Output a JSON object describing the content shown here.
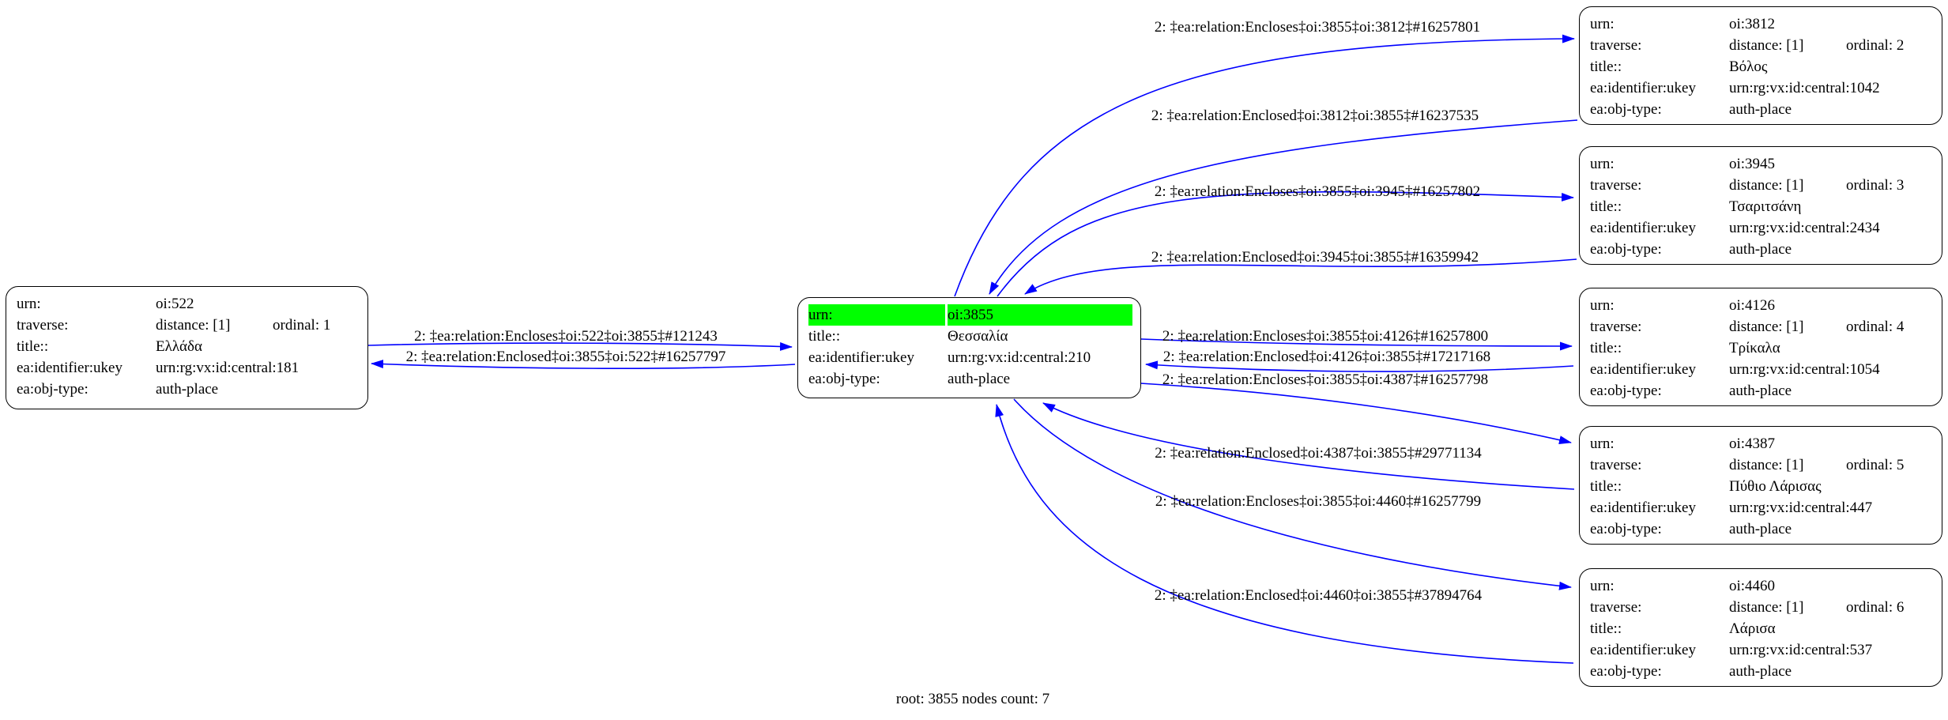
{
  "footer": "root: 3855 nodes count: 7",
  "colors": {
    "edge": "#0000ff",
    "highlight": "#00ff00",
    "node_border": "#000000"
  },
  "nodes": {
    "oi522": {
      "rows": [
        {
          "key": "urn:",
          "value": "oi:522"
        },
        {
          "key": "traverse:",
          "value": "distance: [1]",
          "extra": "ordinal: 1"
        },
        {
          "key": "title::",
          "value": "Ελλάδα"
        },
        {
          "key": "ea:identifier:ukey",
          "value": "urn:rg:vx:id:central:181"
        },
        {
          "key": "ea:obj-type:",
          "value": "auth-place"
        }
      ]
    },
    "oi3855": {
      "rows": [
        {
          "key": "urn:",
          "value": "oi:3855"
        },
        {
          "key": "title::",
          "value": "Θεσσαλία"
        },
        {
          "key": "ea:identifier:ukey",
          "value": "urn:rg:vx:id:central:210"
        },
        {
          "key": "ea:obj-type:",
          "value": "auth-place"
        }
      ]
    },
    "oi3812": {
      "rows": [
        {
          "key": "urn:",
          "value": "oi:3812"
        },
        {
          "key": "traverse:",
          "value": "distance: [1]",
          "extra": "ordinal: 2"
        },
        {
          "key": "title::",
          "value": "Βόλος"
        },
        {
          "key": "ea:identifier:ukey",
          "value": "urn:rg:vx:id:central:1042"
        },
        {
          "key": "ea:obj-type:",
          "value": "auth-place"
        }
      ]
    },
    "oi3945": {
      "rows": [
        {
          "key": "urn:",
          "value": "oi:3945"
        },
        {
          "key": "traverse:",
          "value": "distance: [1]",
          "extra": "ordinal: 3"
        },
        {
          "key": "title::",
          "value": "Τσαριτσάνη"
        },
        {
          "key": "ea:identifier:ukey",
          "value": "urn:rg:vx:id:central:2434"
        },
        {
          "key": "ea:obj-type:",
          "value": "auth-place"
        }
      ]
    },
    "oi4126": {
      "rows": [
        {
          "key": "urn:",
          "value": "oi:4126"
        },
        {
          "key": "traverse:",
          "value": "distance: [1]",
          "extra": "ordinal: 4"
        },
        {
          "key": "title::",
          "value": "Τρίκαλα"
        },
        {
          "key": "ea:identifier:ukey",
          "value": "urn:rg:vx:id:central:1054"
        },
        {
          "key": "ea:obj-type:",
          "value": "auth-place"
        }
      ]
    },
    "oi4387": {
      "rows": [
        {
          "key": "urn:",
          "value": "oi:4387"
        },
        {
          "key": "traverse:",
          "value": "distance: [1]",
          "extra": "ordinal: 5"
        },
        {
          "key": "title::",
          "value": "Πύθιο Λάρισας"
        },
        {
          "key": "ea:identifier:ukey",
          "value": "urn:rg:vx:id:central:447"
        },
        {
          "key": "ea:obj-type:",
          "value": "auth-place"
        }
      ]
    },
    "oi4460": {
      "rows": [
        {
          "key": "urn:",
          "value": "oi:4460"
        },
        {
          "key": "traverse:",
          "value": "distance: [1]",
          "extra": "ordinal: 6"
        },
        {
          "key": "title::",
          "value": "Λάρισα"
        },
        {
          "key": "ea:identifier:ukey",
          "value": "urn:rg:vx:id:central:537"
        },
        {
          "key": "ea:obj-type:",
          "value": "auth-place"
        }
      ]
    }
  },
  "edge_labels": [
    "2: ‡ea:relation:Encloses‡oi:3855‡oi:3812‡#16257801",
    "2: ‡ea:relation:Enclosed‡oi:3812‡oi:3855‡#16237535",
    "2: ‡ea:relation:Encloses‡oi:3855‡oi:3945‡#16257802",
    "2: ‡ea:relation:Enclosed‡oi:3945‡oi:3855‡#16359942",
    "2: ‡ea:relation:Encloses‡oi:3855‡oi:4126‡#16257800",
    "2: ‡ea:relation:Enclosed‡oi:4126‡oi:3855‡#17217168",
    "2: ‡ea:relation:Encloses‡oi:3855‡oi:4387‡#16257798",
    "2: ‡ea:relation:Enclosed‡oi:4387‡oi:3855‡#29771134",
    "2: ‡ea:relation:Encloses‡oi:3855‡oi:4460‡#16257799",
    "2: ‡ea:relation:Enclosed‡oi:4460‡oi:3855‡#37894764",
    "2: ‡ea:relation:Encloses‡oi:522‡oi:3855‡#121243",
    "2: ‡ea:relation:Enclosed‡oi:3855‡oi:522‡#16257797"
  ]
}
